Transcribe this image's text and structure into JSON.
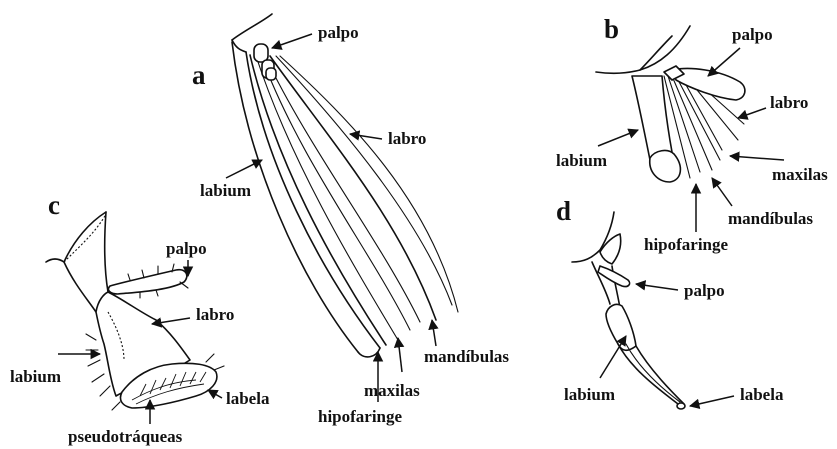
{
  "panels": {
    "a": {
      "letter": "a",
      "labels": {
        "palpo": "palpo",
        "labro": "labro",
        "labium": "labium",
        "mandibulas": "mandíbulas",
        "maxilas": "maxilas",
        "hipofaringe": "hipofaringe"
      }
    },
    "b": {
      "letter": "b",
      "labels": {
        "palpo": "palpo",
        "labro": "labro",
        "labium": "labium",
        "maxilas": "maxilas",
        "mandibulas": "mandíbulas",
        "hipofaringe": "hipofaringe"
      }
    },
    "c": {
      "letter": "c",
      "labels": {
        "palpo": "palpo",
        "labro": "labro",
        "labium": "labium",
        "labela": "labela",
        "pseudotraqueas": "pseudotráqueas"
      }
    },
    "d": {
      "letter": "d",
      "labels": {
        "palpo": "palpo",
        "labium": "labium",
        "labela": "labela"
      }
    }
  }
}
